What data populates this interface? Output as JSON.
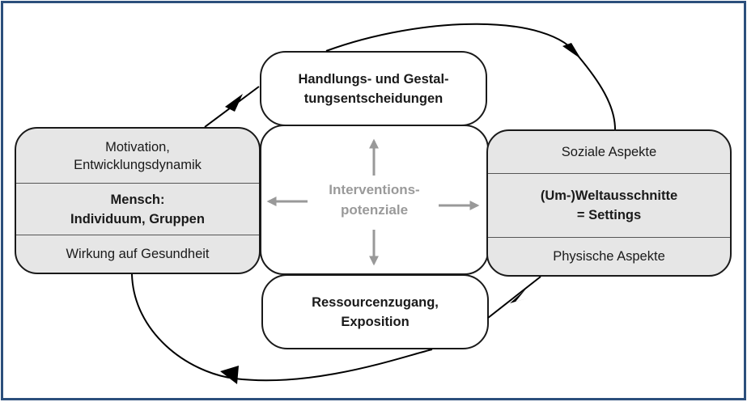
{
  "diagram": {
    "frame_color": "#2c4f7c",
    "box_fill_gray": "#e6e6e6",
    "center_text_color": "#9a9a9a",
    "left_box": {
      "top_line1": "Motivation,",
      "top_line2": "Entwicklungsdynamik",
      "middle_line1": "Mensch:",
      "middle_line2": "Individuum, Gruppen",
      "bottom": "Wirkung auf Gesundheit"
    },
    "top_box": {
      "line1": "Handlungs- und Gestal-",
      "line2": "tungsentscheidungen"
    },
    "center_box": {
      "line1": "Interventions-",
      "line2": "potenziale"
    },
    "bottom_box": {
      "line1": "Ressourcenzugang,",
      "line2": "Exposition"
    },
    "right_box": {
      "top": "Soziale Aspekte",
      "middle_line1": "(Um-)Weltausschnitte",
      "middle_line2": "= Settings",
      "bottom": "Physische Aspekte"
    },
    "connections": [
      {
        "from": "left_box",
        "to": "top_box",
        "type": "arrow"
      },
      {
        "from": "top_box",
        "to": "right_box",
        "type": "curved-arrow"
      },
      {
        "from": "right_box",
        "to": "bottom_box",
        "type": "arrow"
      },
      {
        "from": "bottom_box",
        "to": "left_box",
        "type": "curved-arrow"
      },
      {
        "from": "center_box",
        "to": "top_box",
        "type": "gray-arrow"
      },
      {
        "from": "center_box",
        "to": "bottom_box",
        "type": "gray-arrow"
      },
      {
        "from": "center_box",
        "to": "left_box",
        "type": "gray-arrow"
      },
      {
        "from": "center_box",
        "to": "right_box",
        "type": "gray-arrow"
      }
    ]
  }
}
